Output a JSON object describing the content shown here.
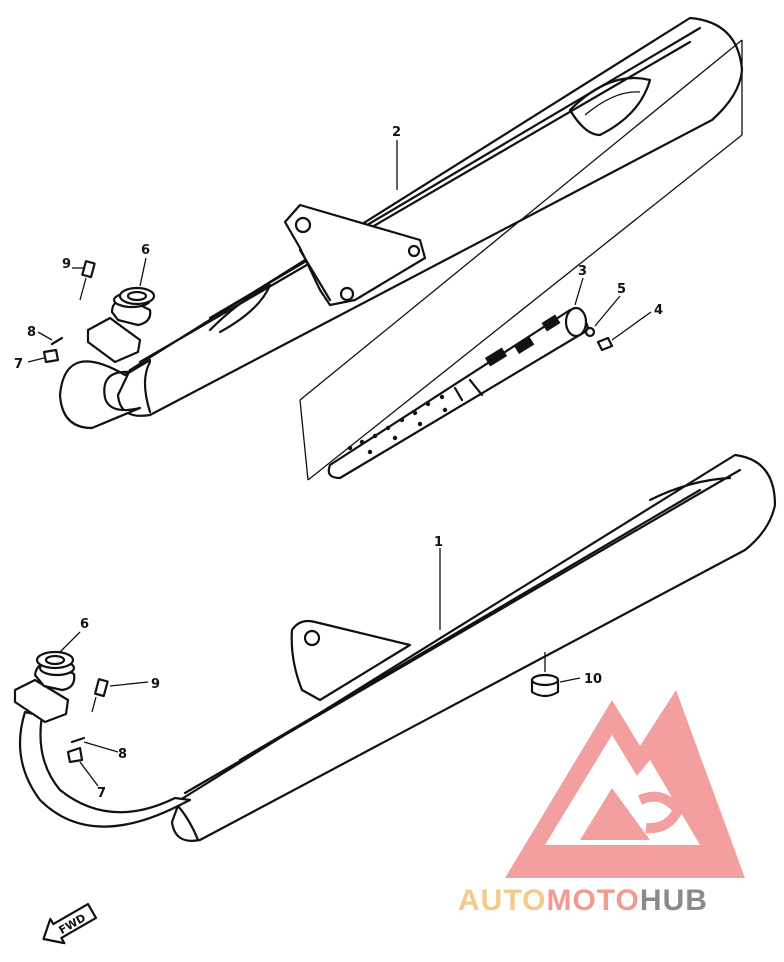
{
  "callouts": {
    "p1": "1",
    "p2": "2",
    "p3": "3",
    "p4": "4",
    "p5": "5",
    "p6a": "6",
    "p6b": "6",
    "p7a": "7",
    "p7b": "7",
    "p8a": "8",
    "p8b": "8",
    "p9a": "9",
    "p9b": "9",
    "p10": "10"
  },
  "fwd_label": "FWD",
  "watermark": {
    "part1": "AUTO",
    "part2": "MOTO",
    "part3": "HUB",
    "colors": {
      "auto": "#f5c98a",
      "moto": "#f29a90",
      "hub": "#8a8a8a",
      "logo": "#f28f8f"
    }
  }
}
